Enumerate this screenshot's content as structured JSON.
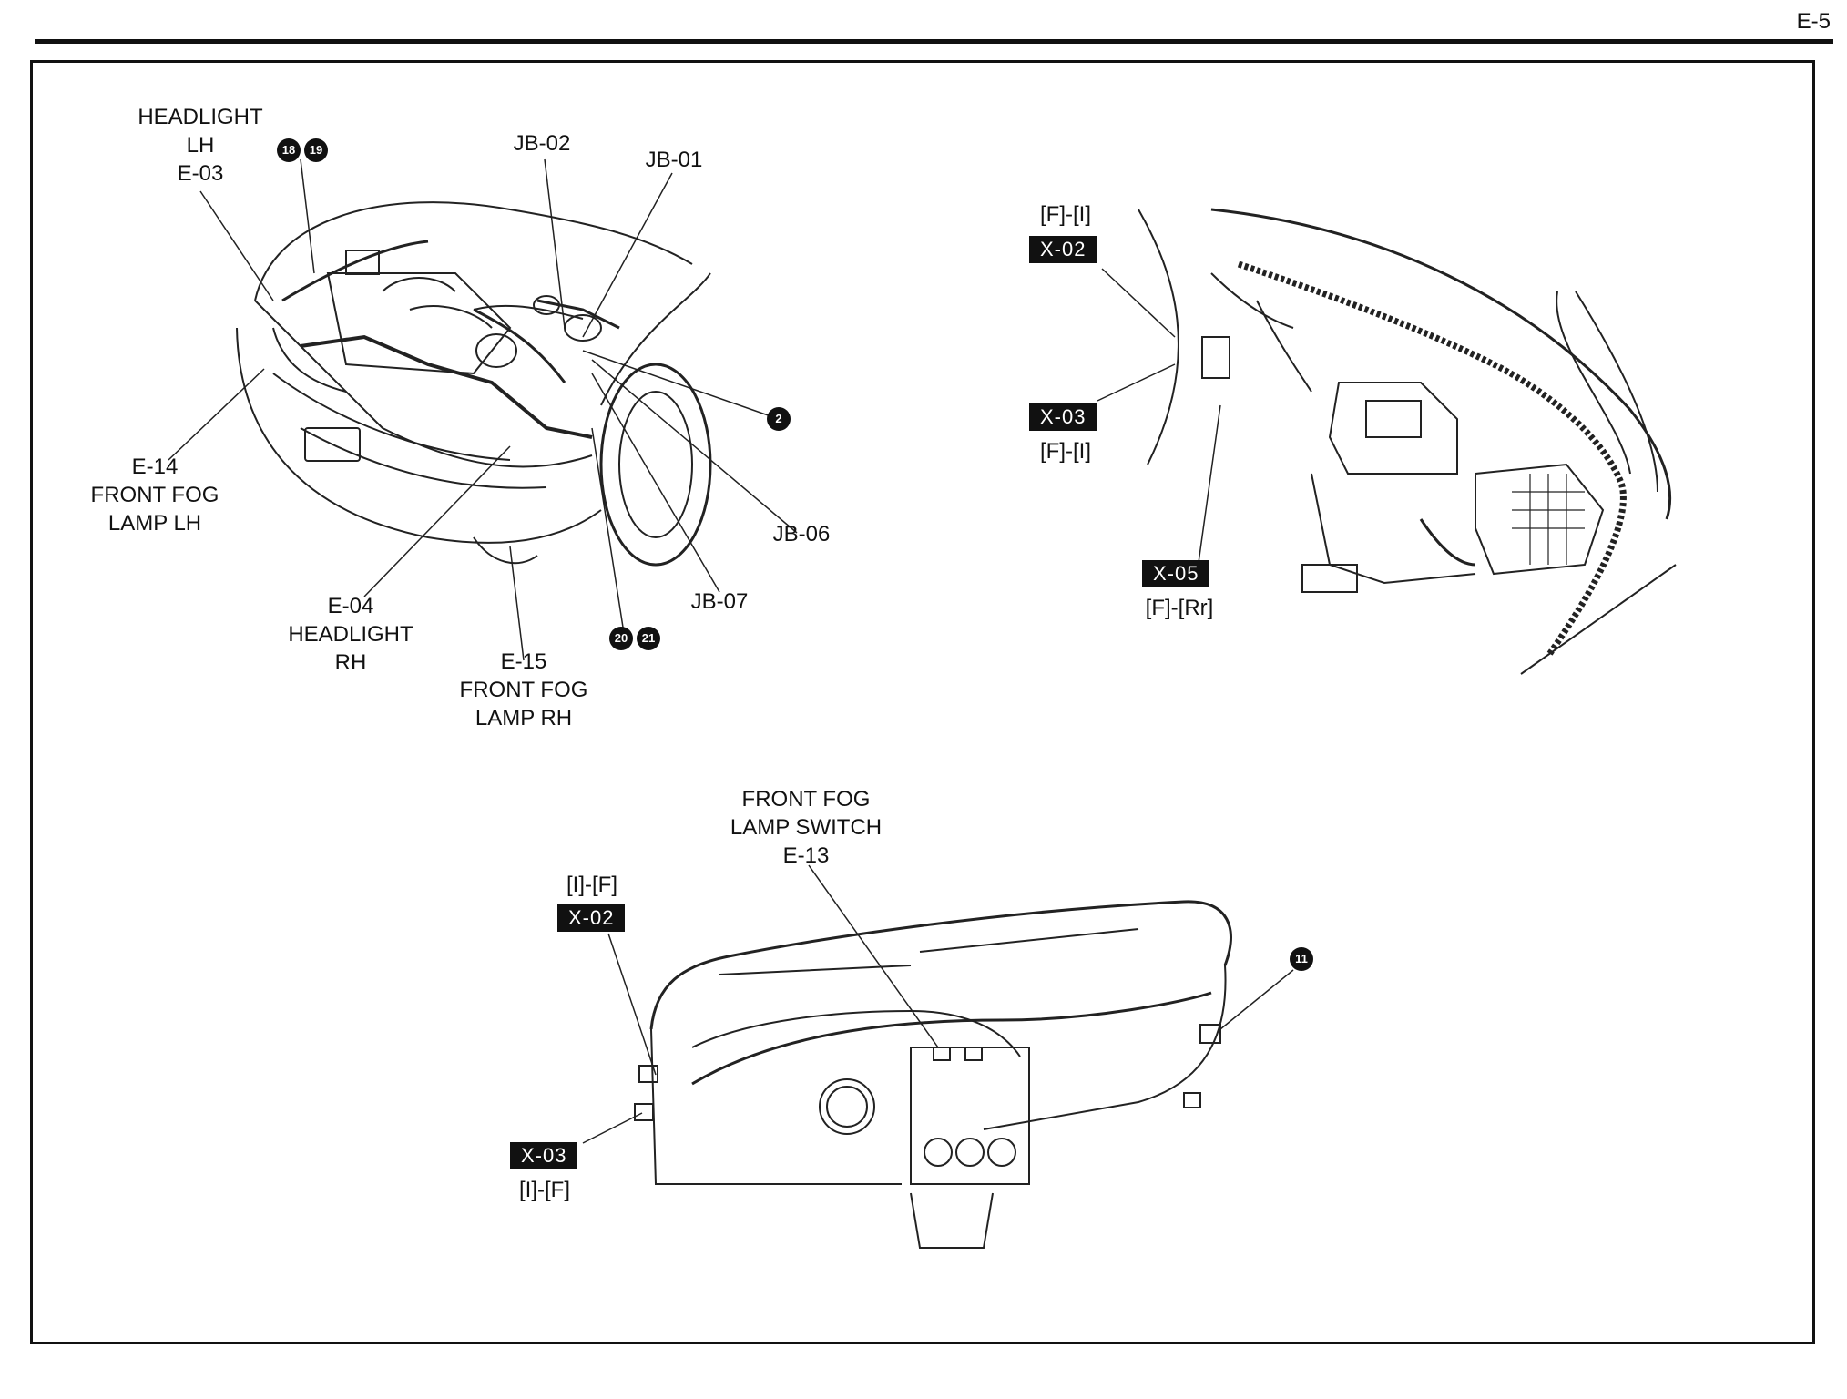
{
  "page_number": "E-5",
  "engine_bay": {
    "headlight_lh": [
      "HEADLIGHT",
      "LH",
      "E-03"
    ],
    "jb02": "JB-02",
    "jb01": "JB-01",
    "fog_lh": [
      "E-14",
      "FRONT FOG",
      "LAMP LH"
    ],
    "jb06": "JB-06",
    "jb07": "JB-07",
    "headlight_rh": [
      "E-04",
      "HEADLIGHT",
      "RH"
    ],
    "fog_rh": [
      "E-15",
      "FRONT FOG",
      "LAMP RH"
    ],
    "ground_points": {
      "g18": "18",
      "g19": "19",
      "g2": "2",
      "g20": "20",
      "g21": "21"
    }
  },
  "cowl_view": {
    "x02_side": "[F]-[I]",
    "x02_tag": "X-02",
    "x03_tag": "X-03",
    "x03_side": "[F]-[I]",
    "x05_tag": "X-05",
    "x05_side": "[F]-[Rr]"
  },
  "dashboard": {
    "switch_label": [
      "FRONT FOG",
      "LAMP SWITCH",
      "E-13"
    ],
    "x02_side": "[I]-[F]",
    "x02_tag": "X-02",
    "x03_tag": "X-03",
    "x03_side": "[I]-[F]",
    "ground_point": "11"
  }
}
